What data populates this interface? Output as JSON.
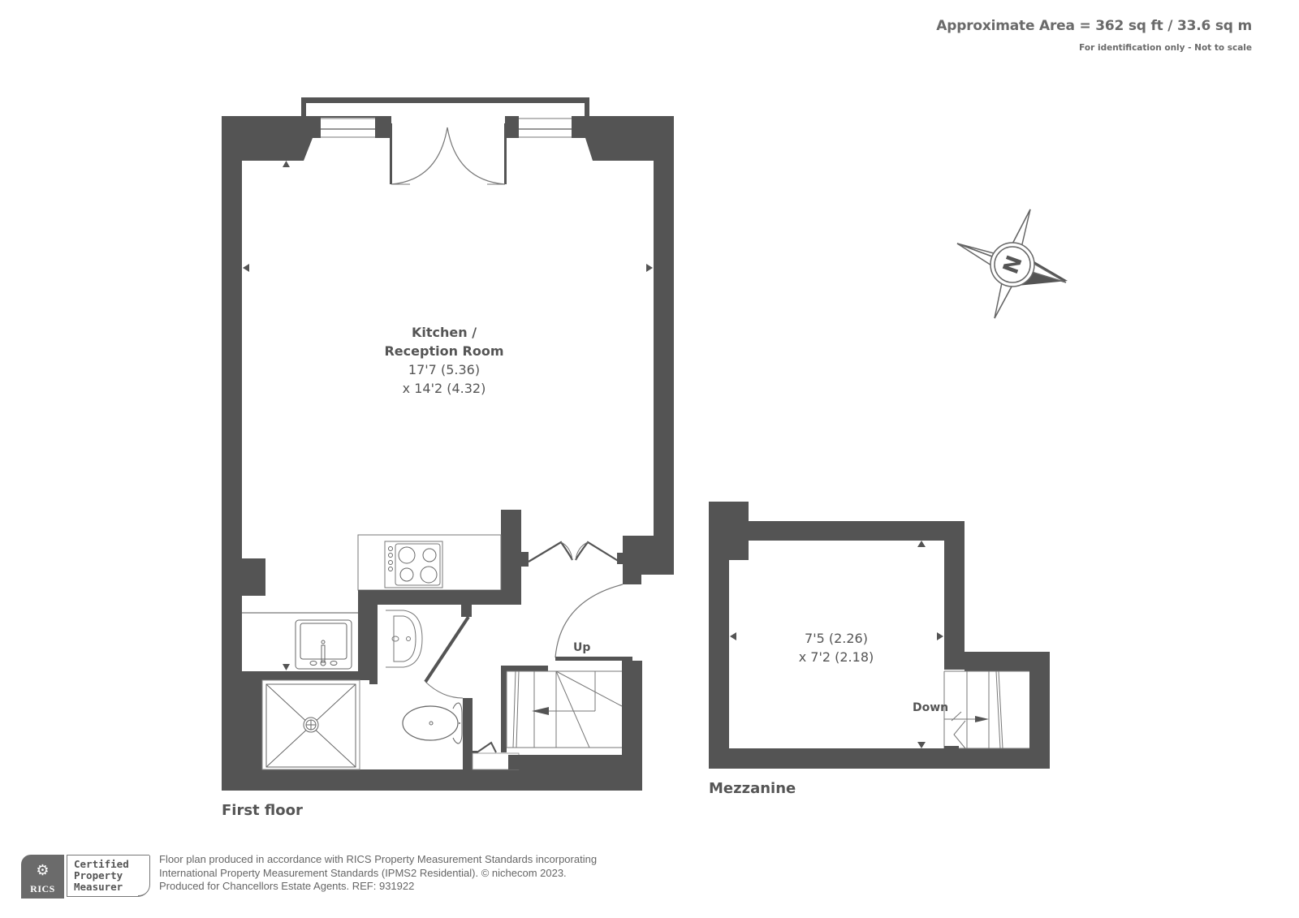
{
  "header": {
    "area_title": "Approximate Area = 362 sq ft / 33.6 sq m",
    "area_subtitle": "For identification only - Not to scale"
  },
  "floors": [
    {
      "label": "First floor",
      "rooms": [
        {
          "name_line1": "Kitchen /",
          "name_line2": "Reception Room",
          "dim_line1": "17'7 (5.36)",
          "dim_line2": "x 14'2 (4.32)"
        }
      ],
      "stair_label": "Up"
    },
    {
      "label": "Mezzanine",
      "rooms": [
        {
          "dim_line1": "7'5 (2.26)",
          "dim_line2": "x 7'2 (2.18)"
        }
      ],
      "stair_label": "Down"
    }
  ],
  "compass": {
    "icon": "north-compass-icon",
    "letter": "N"
  },
  "footer": {
    "badge_brand": "RICS",
    "badge_line1": "Certified",
    "badge_line2": "Property",
    "badge_line3": "Measurer",
    "text_line1": "Floor plan produced in accordance with RICS Property Measurement Standards incorporating",
    "text_line2": "International Property Measurement Standards (IPMS2 Residential).   © nichecom 2023.",
    "text_line3": "Produced for Chancellors Estate Agents.   REF: 931922"
  },
  "colors": {
    "wall": "#545454",
    "line": "#777777",
    "text": "#555555",
    "background": "#ffffff"
  }
}
